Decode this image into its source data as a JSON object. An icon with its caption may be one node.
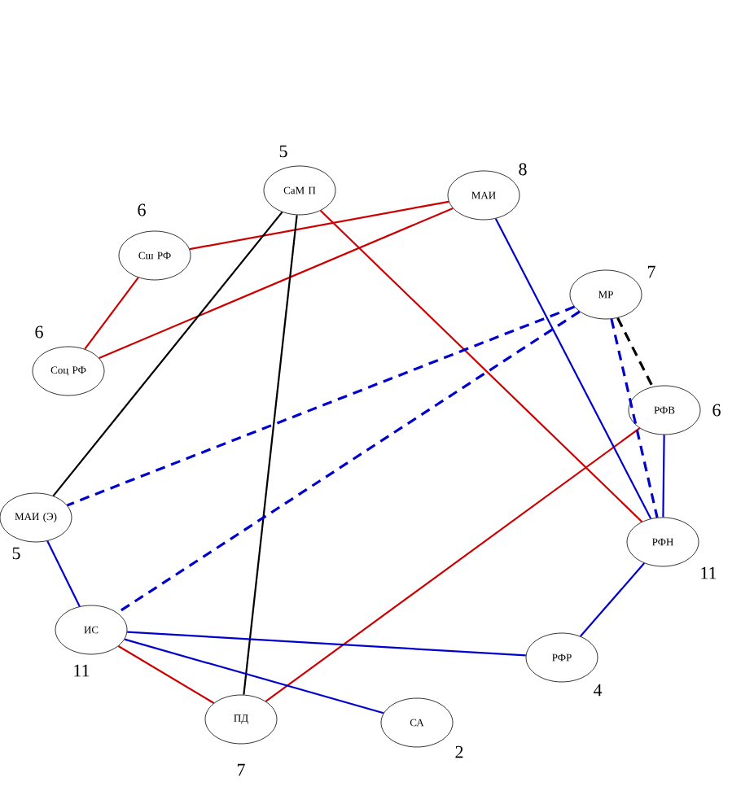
{
  "diagram": {
    "nodes": [
      {
        "text": [
          "СаМ П"
        ],
        "beside": [
          "5"
        ]
      },
      {
        "text": [
          "МАИ"
        ],
        "beside": [
          "8"
        ]
      },
      {
        "text": [
          "Сш РФ"
        ],
        "beside": [
          "6"
        ]
      },
      {
        "text": [
          "Соц РФ"
        ],
        "beside": [
          "6"
        ]
      },
      {
        "text": [
          "МР"
        ],
        "beside": [
          "7"
        ]
      },
      {
        "text": [
          "РФВ"
        ],
        "beside": [
          "6"
        ]
      },
      {
        "text": [
          "МАИ (Э)"
        ],
        "beside": [
          "5"
        ]
      },
      {
        "text": [
          "РФН"
        ],
        "beside": [
          "11"
        ]
      },
      {
        "text": [
          "ИС"
        ],
        "beside": [
          "11"
        ]
      },
      {
        "text": [
          "РФР"
        ],
        "beside": [
          "4"
        ]
      },
      {
        "text": [
          "ПД"
        ],
        "beside": [
          "7"
        ]
      },
      {
        "text": [
          "СА"
        ],
        "beside": [
          "2"
        ]
      }
    ],
    "edges": [
      {
        "from": 2,
        "to": 1,
        "arrow": "none",
        "color": "#cc0000"
      },
      {
        "from": 3,
        "to": 2,
        "arrow": "none",
        "color": "#cc0000"
      },
      {
        "from": 3,
        "to": 1,
        "arrow": "none",
        "color": "#cc0000"
      },
      {
        "from": 0,
        "to": 7,
        "arrow": "none",
        "color": "#cc0000"
      },
      {
        "from": 10,
        "to": 5,
        "arrow": "none",
        "color": "#cc0000"
      },
      {
        "from": 8,
        "to": 10,
        "arrow": "none",
        "color": "#cc0000"
      },
      {
        "from": 0,
        "to": 6,
        "arrow": "none",
        "color": "#000000"
      },
      {
        "from": 0,
        "to": 10,
        "arrow": "none",
        "color": "#000000"
      },
      {
        "from": 1,
        "to": 7,
        "arrow": "none"
      },
      {
        "from": 6,
        "to": 8,
        "arrow": "none"
      },
      {
        "from": 8,
        "to": 9,
        "arrow": "none"
      },
      {
        "from": 8,
        "to": 11,
        "arrow": "none"
      },
      {
        "from": 9,
        "to": 7,
        "arrow": "none"
      },
      {
        "from": 5,
        "to": 7,
        "arrow": "none"
      },
      {
        "from": 4,
        "to": 6,
        "arrow": "none",
        "style": "dashed"
      },
      {
        "from": 4,
        "to": 8,
        "arrow": "none",
        "style": "dashed"
      },
      {
        "from": 4,
        "to": 7,
        "arrow": "none",
        "style": "dashed"
      },
      {
        "from": 4,
        "to": 5,
        "arrow": "none",
        "style": "dashed",
        "color": "#000000"
      }
    ]
  }
}
